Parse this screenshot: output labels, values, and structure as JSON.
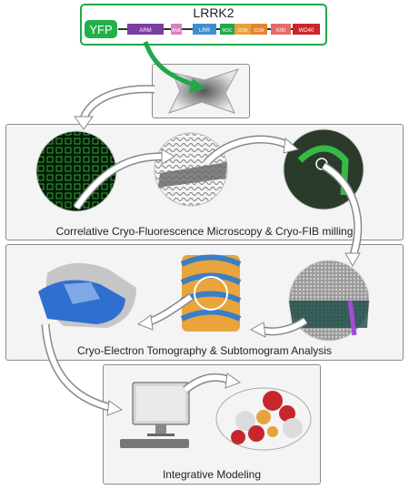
{
  "construct": {
    "title": "LRRK2",
    "domains": [
      {
        "label": "YFP",
        "color": "#22b04a"
      },
      {
        "label": "ARM",
        "color": "#7b3fa0"
      },
      {
        "label": "ANK",
        "color": "#d77fc3"
      },
      {
        "label": "LRR",
        "color": "#3f8fcf"
      },
      {
        "label": "ROC",
        "color": "#22a84a"
      },
      {
        "label": "COR",
        "color": "#e7a23b"
      },
      {
        "label": "COR",
        "color": "#e7832f"
      },
      {
        "label": "KIN",
        "color": "#e66a6a"
      },
      {
        "label": "WD40",
        "color": "#c8262d"
      }
    ]
  },
  "panels": {
    "correlative": {
      "caption": "Correlative Cryo-Fluorescence Microscopy & Cryo-FIB milling"
    },
    "tomography": {
      "caption": "Cryo-Electron Tomography & Subtomogram Analysis"
    },
    "modeling": {
      "caption": "Integrative Modeling"
    }
  },
  "colors": {
    "panel_bg": "#f4f4f4",
    "panel_border": "#8a8a8a",
    "fluor_green": "#39d14a",
    "arrow_fill": "#ffffff"
  }
}
